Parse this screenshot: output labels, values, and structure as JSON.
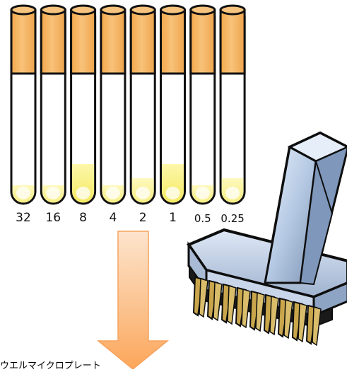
{
  "tubes": [
    {
      "label": "32",
      "turbidity": "low"
    },
    {
      "label": "16",
      "turbidity": "low"
    },
    {
      "label": "8",
      "turbidity": "high"
    },
    {
      "label": "4",
      "turbidity": "low"
    },
    {
      "label": "2",
      "turbidity": "medium"
    },
    {
      "label": "1",
      "turbidity": "high"
    },
    {
      "label": "0.5",
      "turbidity": "low"
    },
    {
      "label": "0.25",
      "turbidity": "medium"
    }
  ],
  "caption": "ウエルマイクロプレート",
  "colors": {
    "cap": "#f6b860",
    "cap_edge": "#e39a3a",
    "liquid": "#fbf38a",
    "arrow": "#fbbd88",
    "arrow_edge": "#f7a35f",
    "replicator_steel": "#b9cde6",
    "replicator_dark": "#111111"
  },
  "icons": [
    "test-tube-icon",
    "down-arrow-icon",
    "multichannel-replicator-icon"
  ]
}
